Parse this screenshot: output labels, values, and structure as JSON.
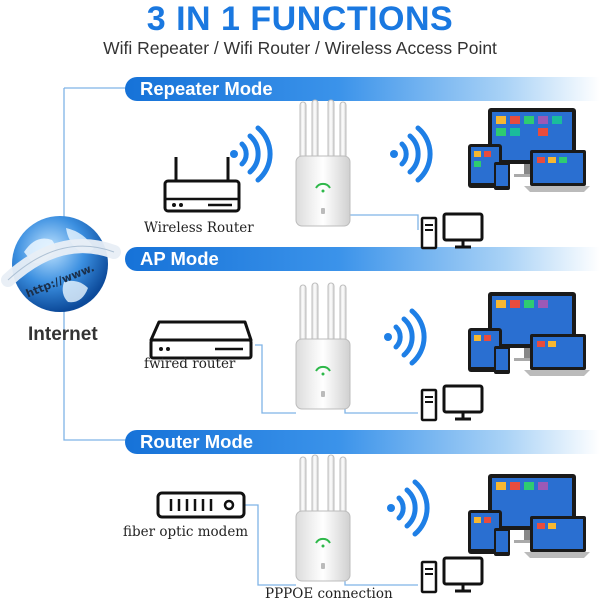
{
  "header": {
    "title": "3 IN 1 FUNCTIONS",
    "subtitle": "Wifi Repeater / Wifi Router / Wireless Access Point"
  },
  "internet": {
    "label": "Internet",
    "globe_text": "http://www."
  },
  "modes": [
    {
      "label": "Repeater Mode",
      "device_caption": "Wireless Router"
    },
    {
      "label": "AP Mode",
      "device_caption": "fwired router"
    },
    {
      "label": "Router Mode",
      "device_caption": "fiber optic modem",
      "connection_caption": "PPPOE connection"
    }
  ],
  "colors": {
    "accent": "#1a78e0",
    "wifi": "#1e7fe6",
    "line": "#7fb3e6"
  }
}
